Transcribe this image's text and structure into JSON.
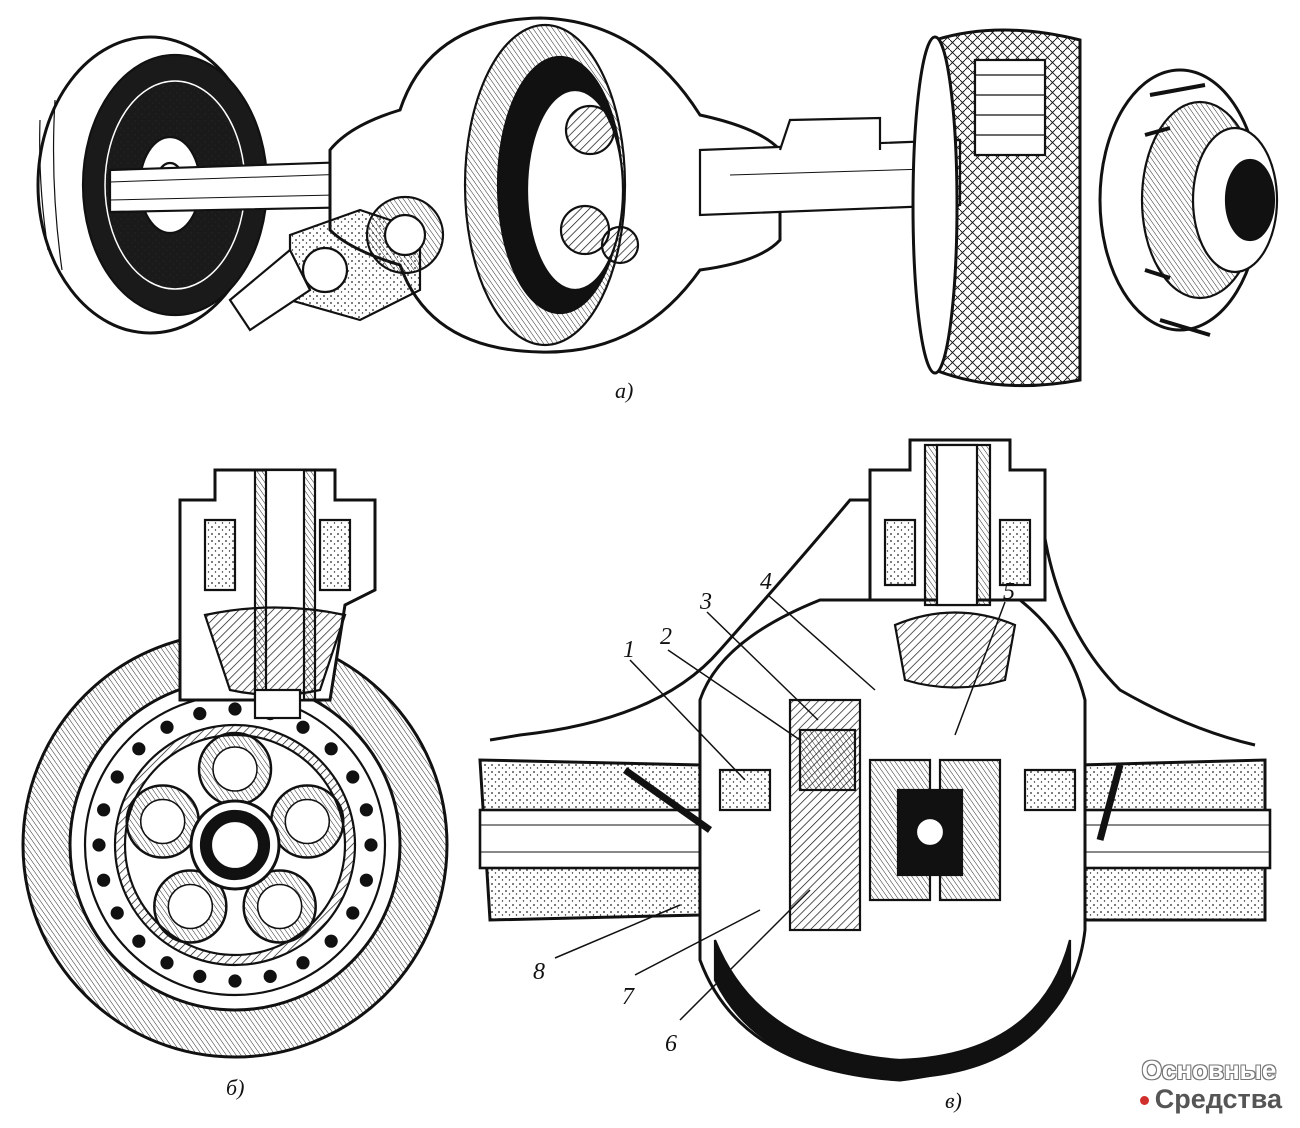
{
  "figure": {
    "panels": [
      {
        "id": "a",
        "caption": "а)"
      },
      {
        "id": "b",
        "caption": "б)"
      },
      {
        "id": "v",
        "caption": "в)"
      }
    ],
    "callouts": [
      "1",
      "2",
      "3",
      "4",
      "5",
      "6",
      "7",
      "8"
    ]
  },
  "watermark": {
    "line1": "Основные",
    "line2": "Средства",
    "accent_color": "#d0302b"
  },
  "colors": {
    "ink": "#111111",
    "paper": "#ffffff"
  }
}
